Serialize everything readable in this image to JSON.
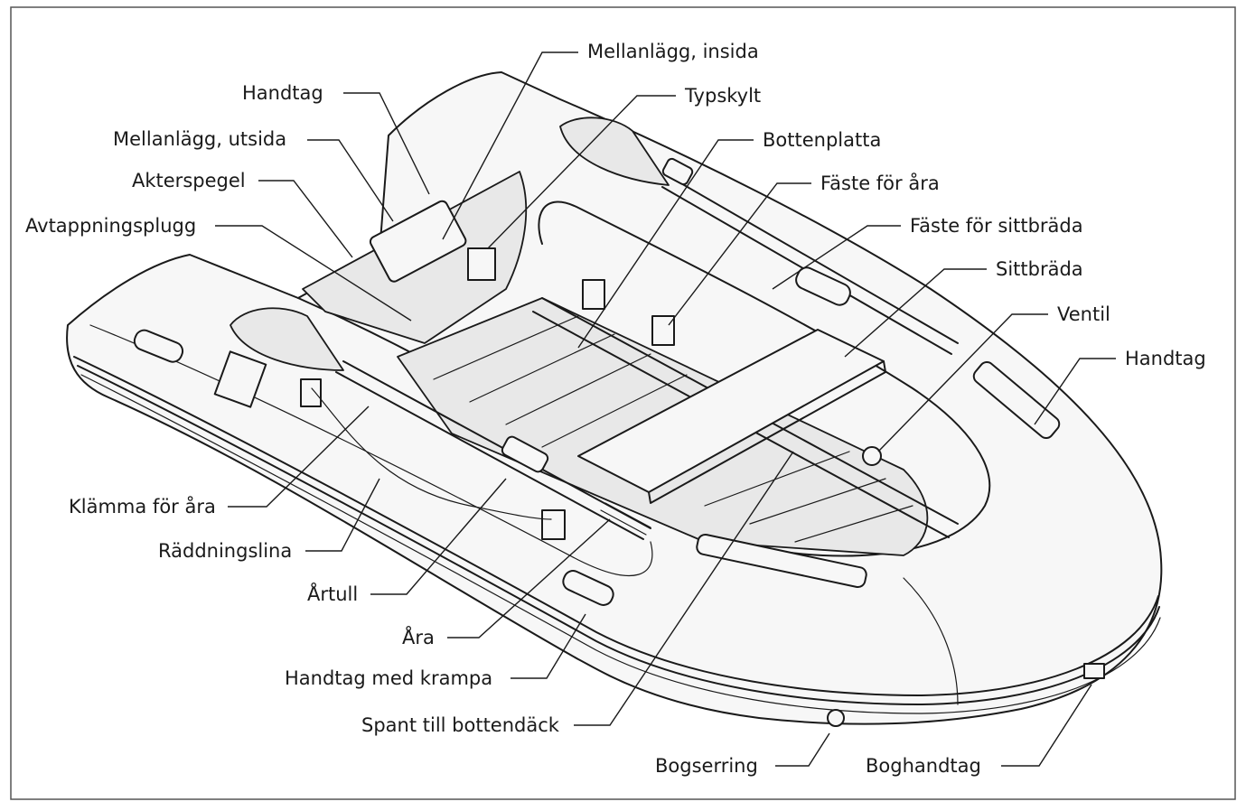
{
  "diagram": {
    "labels": {
      "mellanlagg_insida": "Mellanlägg, insida",
      "handtag_top": "Handtag",
      "typskylt": "Typskylt",
      "mellanlagg_utsida": "Mellanlägg, utsida",
      "bottenplatta": "Bottenplatta",
      "akterspegel": "Akterspegel",
      "faste_for_ara": "Fäste för åra",
      "avtappningsplugg": "Avtappningsplugg",
      "faste_for_sittbrada": "Fäste för sittbräda",
      "sittbrada": "Sittbräda",
      "ventil": "Ventil",
      "handtag_right": "Handtag",
      "klamma_for_ara": "Klämma för åra",
      "raddningslina": "Räddningslina",
      "artull": "Årtull",
      "ara": "Åra",
      "handtag_med_krampa": "Handtag med krampa",
      "spant_till_bottendack": "Spant till bottendäck",
      "bogserring": "Bogserring",
      "boghandtag": "Boghandtag"
    }
  }
}
